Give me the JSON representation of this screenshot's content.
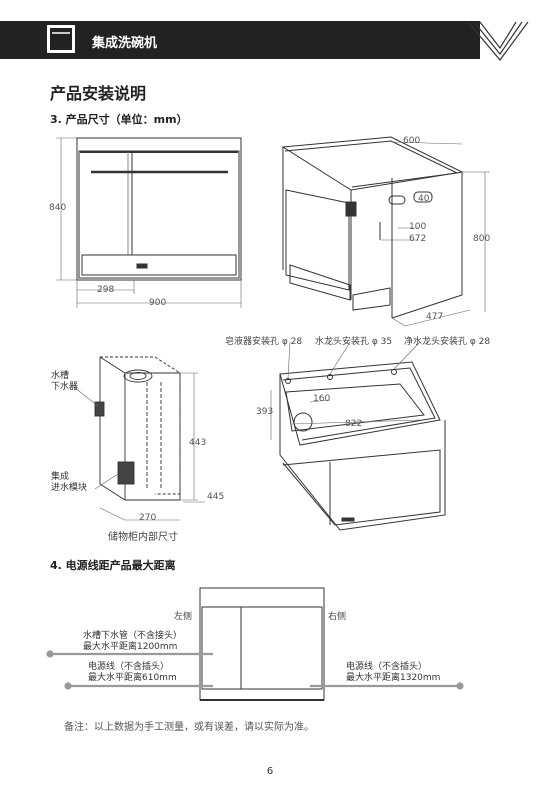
{
  "header": {
    "title": "集成洗碗机"
  },
  "page_title": "产品安装说明",
  "section3": {
    "title": "3. 产品尺寸（单位：mm）",
    "front_view": {
      "height": "840",
      "left_width": "298",
      "total_width": "900"
    },
    "iso_view": {
      "depth": "600",
      "handle": "40",
      "offset": "100",
      "inner_width": "672",
      "height": "800",
      "bottom_depth": "477"
    },
    "holes": {
      "soap": "皂液器安装孔 φ 28",
      "faucet": "水龙头安装孔 φ 35",
      "pure_faucet": "净水龙头安装孔 φ 28"
    },
    "cabinet": {
      "drain_label": "水槽\n下水器",
      "module_label": "集成\n进水模块",
      "height": "443",
      "depth": "445",
      "width": "270",
      "caption": "储物柜内部尺寸"
    },
    "top_view": {
      "height": "393",
      "offset": "160",
      "width": "822"
    }
  },
  "section4": {
    "title": "4. 电源线距产品最大距离",
    "left_side": "左侧",
    "right_side": "右侧",
    "drain_pipe": "水槽下水管（不含接头）\n最大水平距离1200mm",
    "power_left": "电源线（不含插头）\n最大水平距离610mm",
    "power_right": "电源线（不含插头）\n最大水平距离1320mm"
  },
  "note": "备注：以上数据为手工测量，或有误差，请以实际为准。",
  "page_number": "6"
}
